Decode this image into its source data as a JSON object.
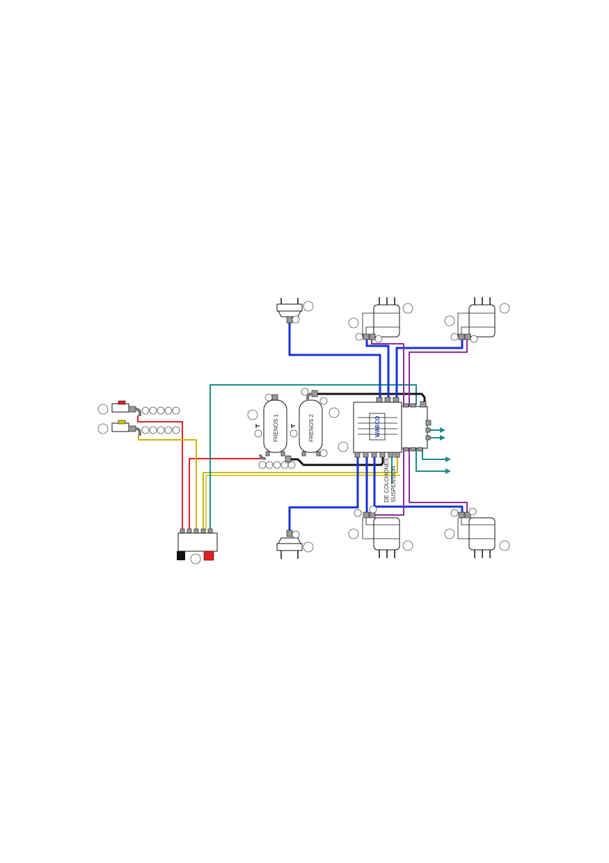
{
  "tanks": [
    {
      "id": "tank-1",
      "label": "FRENOS 1"
    },
    {
      "id": "tank-2",
      "label": "FRENOS 2"
    }
  ],
  "modulator": {
    "brand": "WABCO"
  },
  "suspension_note": {
    "line1": "DE COLCHONES",
    "line2": "SUSPENSION"
  },
  "colors": {
    "supply_red": "#e02020",
    "control_yellow": "#c8b400",
    "brake_blue": "#1730d8",
    "spring_purple": "#8a2a9a",
    "suspension_teal": "#1a8a8a",
    "reservoir_black": "#111111"
  }
}
